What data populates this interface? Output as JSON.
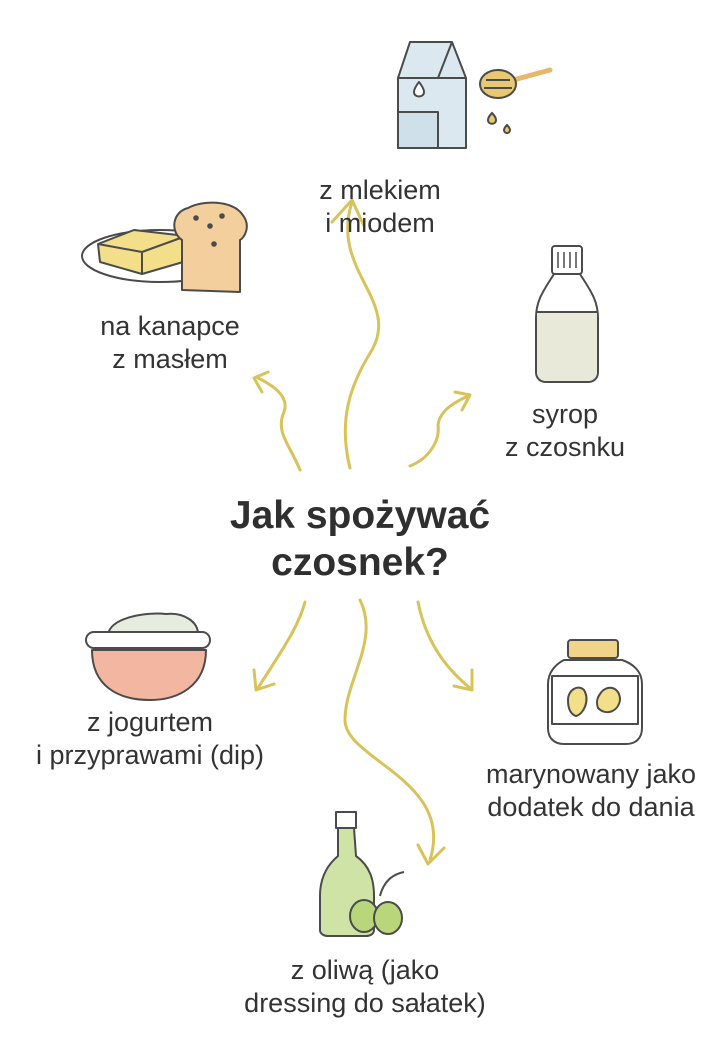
{
  "title": {
    "line1": "Jak spożywać",
    "line2": "czosnek?"
  },
  "items": [
    {
      "id": "milk-honey",
      "line1": "z mlekiem",
      "line2": "i miodem"
    },
    {
      "id": "bread-butter",
      "line1": "na kanapce",
      "line2": "z masłem"
    },
    {
      "id": "syrup",
      "line1": "syrop",
      "line2": "z czosnku"
    },
    {
      "id": "yogurt-dip",
      "line1": "z jogurtem",
      "line2": "i przyprawami (dip)"
    },
    {
      "id": "pickled",
      "line1": "marynowany jako",
      "line2": "dodatek do dania"
    },
    {
      "id": "olive-oil",
      "line1": "z oliwą (jako",
      "line2": "dressing do sałatek)"
    }
  ],
  "colors": {
    "arrow": "#d8c35a",
    "outline": "#4b4b4b",
    "milk_carton": "#cfe0ea",
    "honey": "#e8c870",
    "butter": "#f3de8a",
    "bread": "#f2cf9c",
    "syrup": "#e9e9d9",
    "yogurt_bowl": "#f3b7a1",
    "jar_lid": "#f0d48a",
    "olive_oil": "#cfe3a6",
    "olive": "#b9d77a"
  }
}
